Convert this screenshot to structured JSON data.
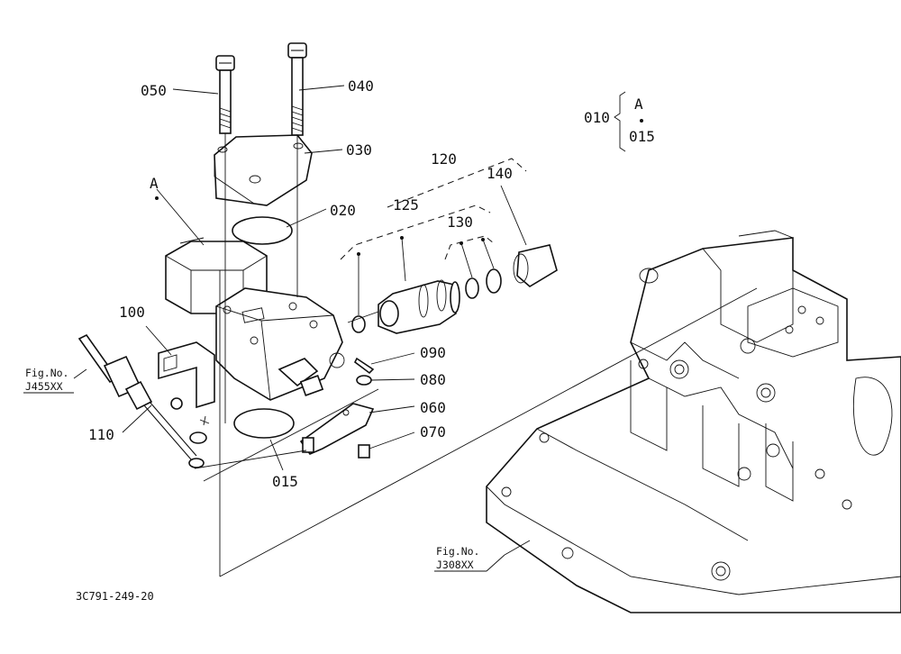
{
  "labels": {
    "p050": "050",
    "p040": "040",
    "p030": "030",
    "p020": "020",
    "p010": "010",
    "pA_top": "A",
    "p015_top": "015",
    "pA_main": "A",
    "p120": "120",
    "p125": "125",
    "p130": "130",
    "p140": "140",
    "p100": "100",
    "p090": "090",
    "p080": "080",
    "p060": "060",
    "p070": "070",
    "p110": "110",
    "p015": "015"
  },
  "fig_refs": {
    "left_1": "Fig.No.",
    "left_2": "J455XX",
    "right_1": "Fig.No.",
    "right_2": "J308XX"
  },
  "drawing_code": "3C791-249-20"
}
